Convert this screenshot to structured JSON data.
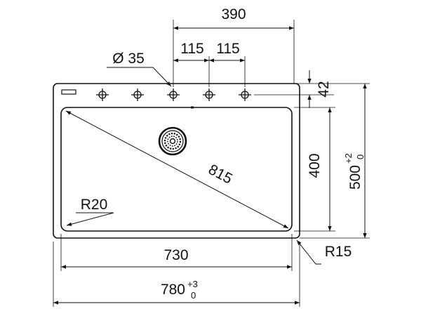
{
  "dimensions": {
    "top_width": "390",
    "hole_spacing_1": "115",
    "hole_spacing_2": "115",
    "hole_diameter": "Ø 35",
    "hole_offset": "42",
    "bowl_depth": "400",
    "total_depth": "500",
    "total_depth_tol_upper": "+2",
    "total_depth_tol_lower": "0",
    "diagonal": "815",
    "inner_radius": "R20",
    "bowl_width": "730",
    "outer_radius": "R15",
    "total_width": "780",
    "total_width_tol_upper": "+3",
    "total_width_tol_lower": "0"
  },
  "colors": {
    "line": "#111111",
    "background": "#ffffff"
  }
}
